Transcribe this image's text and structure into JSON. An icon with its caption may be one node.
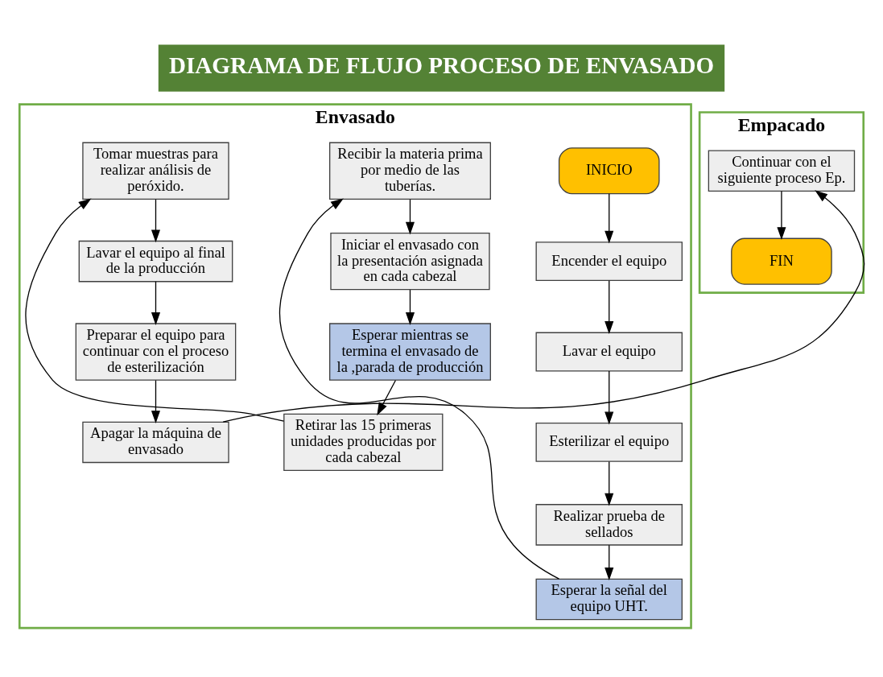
{
  "diagram": {
    "title": "DIAGRAMA DE FLUJO PROCESO DE ENVASADO",
    "nodes": [
      {
        "text": [
          "Envasado"
        ]
      },
      {
        "text": [
          "Empacado"
        ]
      },
      {
        "text": [
          "INICIO"
        ],
        "in": 0
      },
      {
        "text": [
          "Encender el equipo"
        ],
        "in": 0
      },
      {
        "text": [
          "Lavar el equipo"
        ],
        "in": 0
      },
      {
        "text": [
          "Esterilizar el equipo"
        ],
        "in": 0
      },
      {
        "text": [
          "Realizar prueba de sellados"
        ],
        "in": 0
      },
      {
        "text": [
          "Esperar la señal del equipo UHT."
        ],
        "in": 0
      },
      {
        "text": [
          "Recibir la materia prima por medio de las tuberías."
        ],
        "in": 0
      },
      {
        "text": [
          "Iniciar el envasado con la presentación asignada en cada cabezal"
        ],
        "in": 0
      },
      {
        "text": [
          "Esperar mientras se termina el envasado de la ,parada de producción"
        ],
        "in": 0
      },
      {
        "text": [
          "Retirar las 15 primeras unidades producidas por cada cabezal"
        ],
        "in": 0
      },
      {
        "text": [
          "Tomar muestras para realizar análisis de peróxido."
        ],
        "in": 0
      },
      {
        "text": [
          "Lavar el equipo al final de la producción"
        ],
        "in": 0
      },
      {
        "text": [
          "Preparar el equipo para continuar con el proceso de esterilización"
        ],
        "in": 0
      },
      {
        "text": [
          "Apagar la máquina de envasado"
        ],
        "in": 0
      },
      {
        "text": [
          "Continuar con el siguiente proceso Ep."
        ],
        "in": 1
      },
      {
        "text": [
          "FIN"
        ],
        "in": 1
      }
    ],
    "edges": [
      {
        "from": 2,
        "to": 3,
        "arrow": "to"
      },
      {
        "from": 3,
        "to": 4,
        "arrow": "to"
      },
      {
        "from": 4,
        "to": 5,
        "arrow": "to"
      },
      {
        "from": 5,
        "to": 6,
        "arrow": "to"
      },
      {
        "from": 6,
        "to": 7,
        "arrow": "to"
      },
      {
        "from": 7,
        "to": 8,
        "arrow": "to"
      },
      {
        "from": 8,
        "to": 9,
        "arrow": "to"
      },
      {
        "from": 9,
        "to": 10,
        "arrow": "to"
      },
      {
        "from": 10,
        "to": 11,
        "arrow": "to"
      },
      {
        "from": 11,
        "to": 12,
        "arrow": "to"
      },
      {
        "from": 12,
        "to": 13,
        "arrow": "to"
      },
      {
        "from": 13,
        "to": 14,
        "arrow": "to"
      },
      {
        "from": 14,
        "to": 15,
        "arrow": "to"
      },
      {
        "from": 15,
        "to": 16,
        "arrow": "to"
      },
      {
        "from": 16,
        "to": 17,
        "arrow": "to"
      }
    ]
  }
}
